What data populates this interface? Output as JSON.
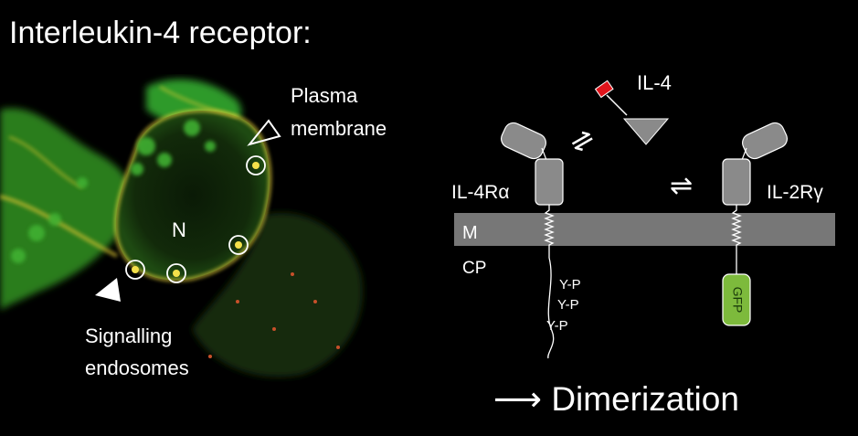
{
  "title": "Interleukin-4 receptor:",
  "micrograph": {
    "nucleus_label": "N",
    "plasma_membrane_label": [
      "Plasma",
      "membrane"
    ],
    "endosomes_label": [
      "Signalling",
      "endosomes"
    ]
  },
  "diagram": {
    "ligand_label": "IL-4",
    "receptor_alpha_label": "IL-4Rα",
    "receptor_gamma_label": "IL-2Rγ",
    "membrane_label": "M",
    "cytoplasm_label": "CP",
    "phospho_labels": [
      "Y-P",
      "Y-P",
      "Y-P"
    ],
    "tag_label": "GFP",
    "equilibrium_symbol": "⇌"
  },
  "caption": "⟶ Dimerization",
  "colors": {
    "receptor_fill": "#8a8a8a",
    "membrane_fill": "#777777",
    "gfp_fill": "#7dba3c",
    "ligand_tag": "#e0141b",
    "cell_green": "#2f9a2a",
    "cell_yellow": "#e7d23a"
  }
}
